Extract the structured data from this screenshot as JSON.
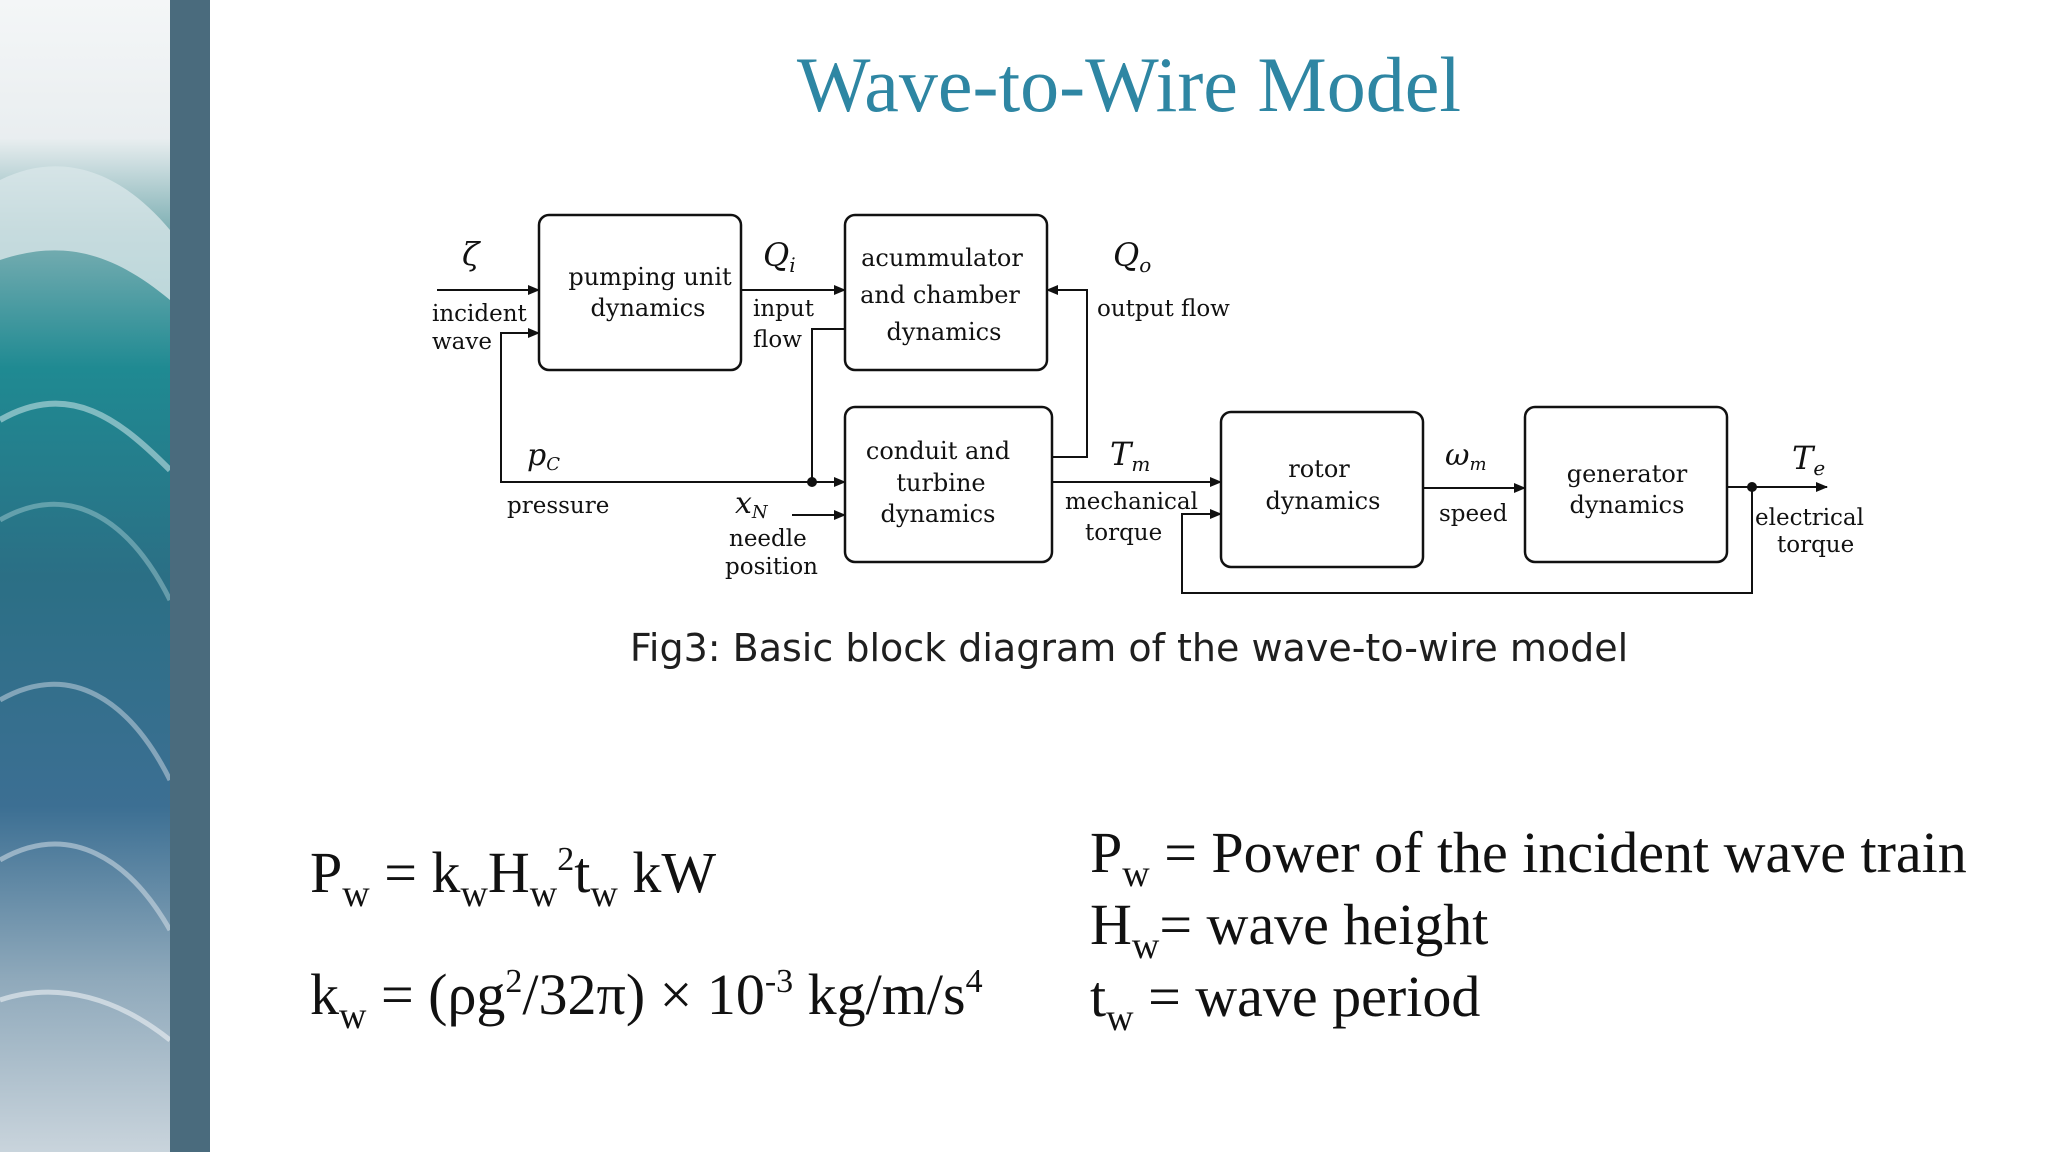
{
  "slide": {
    "title": "Wave-to-Wire Model",
    "title_color": "#2e86a3",
    "caption": "Fig3: Basic block diagram of the wave-to-wire model"
  },
  "diagram": {
    "blocks": {
      "pumping_unit": [
        "pumping unit",
        "dynamics"
      ],
      "accumulator": [
        "acummulator",
        "and chamber",
        "dynamics"
      ],
      "conduit": [
        "conduit and",
        "turbine",
        "dynamics"
      ],
      "rotor": [
        "rotor",
        "dynamics"
      ],
      "generator": [
        "generator",
        "dynamics"
      ]
    },
    "signals": {
      "zeta": "ζ",
      "incident_wave": [
        "incident",
        "wave"
      ],
      "qi": "Q",
      "qi_sub": "i",
      "input_flow": [
        "input",
        "flow"
      ],
      "qo": "Q",
      "qo_sub": "o",
      "output_flow": "output flow",
      "pc": "p",
      "pc_sub": "C",
      "pressure": "pressure",
      "xn": "x",
      "xn_sub": "N",
      "needle_position": [
        "needle",
        "position"
      ],
      "tm": "T",
      "tm_sub": "m",
      "mechanical_torque": [
        "mechanical",
        "torque"
      ],
      "wm": "ω",
      "wm_sub": "m",
      "speed": "speed",
      "te": "T",
      "te_sub": "e",
      "electrical_torque": [
        "electrical",
        "torque"
      ]
    }
  },
  "equations": {
    "left": {
      "eq1": {
        "P": "P",
        "P_sub": "w",
        "eq": " = k",
        "k_sub": "w",
        "H": "H",
        "H_sub": "w",
        "H_sup": "2",
        "t": "t",
        "t_sub": "w",
        "unit": " kW"
      },
      "eq2": {
        "k": "k",
        "k_sub": "w",
        "body": " = (ρg",
        "g_sup": "2",
        "body2": "/32π) × 10",
        "exp": "-3",
        "unit": "  kg/m/s",
        "unit_sup": "4"
      }
    },
    "right": [
      {
        "sym": "P",
        "sub": "w",
        "text": " = Power of the incident wave train"
      },
      {
        "sym": "H",
        "sub": "w",
        "text": "= wave height"
      },
      {
        "sym": "t",
        "sub": "w",
        "text": " = wave period"
      }
    ]
  }
}
